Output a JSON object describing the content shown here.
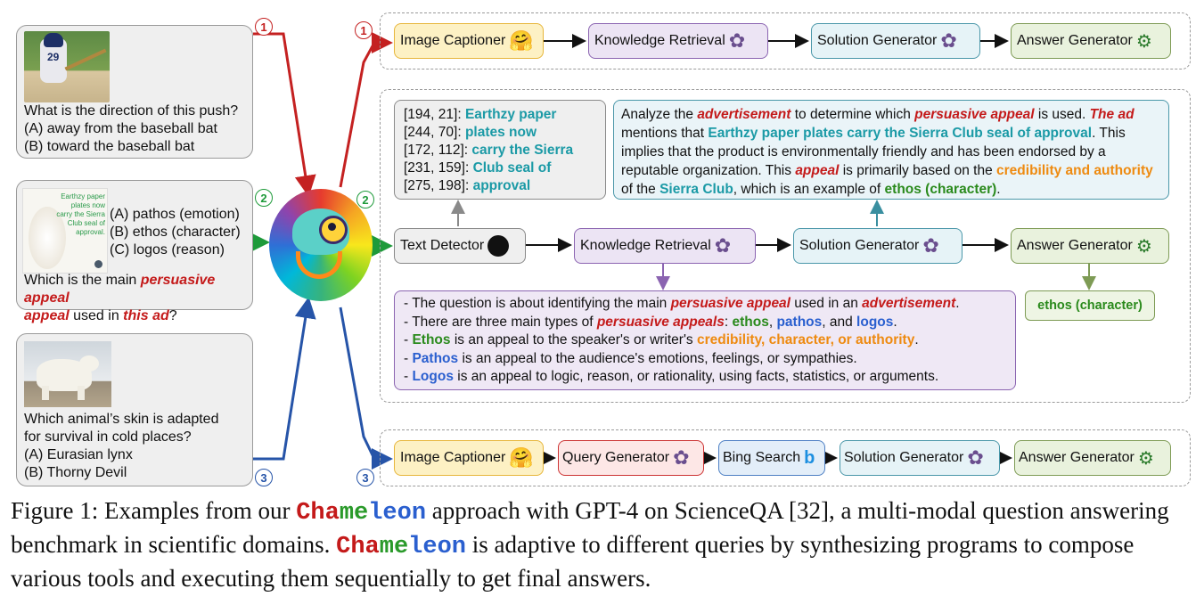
{
  "q1": {
    "question": "What is the direction of this push?",
    "options": [
      "(A) away from the baseball bat",
      "(B) toward the baseball bat"
    ]
  },
  "q2": {
    "ad_text": "Earthzy paper plates now carry the Sierra Club seal of approval.",
    "options": [
      "(A) pathos (emotion)",
      "(B) ethos (character)",
      "(C) logos (reason)"
    ],
    "question_pre": "Which is the main ",
    "question_em1": "persuasive appeal",
    "question_mid": " used in ",
    "question_em2": "this ad",
    "question_post": "?"
  },
  "q3": {
    "question_l1": "Which animal’s skin is adapted",
    "question_l2": "for survival in cold places?",
    "options": [
      "(A) Eurasian lynx",
      "(B) Thorny Devil"
    ]
  },
  "markers": {
    "one": "1",
    "two": "2",
    "three": "3"
  },
  "pipeline1": [
    "Image Captioner",
    "Knowledge Retrieval",
    "Solution Generator",
    "Answer Generator"
  ],
  "pipeline2": [
    "Text Detector",
    "Knowledge Retrieval",
    "Solution Generator",
    "Answer Generator"
  ],
  "pipeline3": [
    "Image Captioner",
    "Query Generator",
    "Bing Search",
    "Solution Generator",
    "Answer Generator"
  ],
  "ocr": [
    {
      "coord": "[194, 21]:",
      "text": "Earthzy paper"
    },
    {
      "coord": "[244, 70]:",
      "text": "plates now"
    },
    {
      "coord": "[172, 112]:",
      "text": "carry the Sierra"
    },
    {
      "coord": "[231, 159]:",
      "text": "Club seal of"
    },
    {
      "coord": "[275, 198]:",
      "text": "approval"
    }
  ],
  "solution": {
    "s1": "Analyze the ",
    "s2": "advertisement",
    "s3": " to determine which ",
    "s4": "persuasive appeal",
    "s5": " is used. ",
    "s6": "The ad",
    "s7": " mentions that ",
    "s8": "Earthzy paper plates carry the Sierra Club seal of approval",
    "s9": ". This implies that the product is environmentally friendly and has been endorsed by a reputable organization. This ",
    "s10": "appeal",
    "s11": " is primarily based on the ",
    "s12": "credibility and authority",
    "s13": " of the ",
    "s14": "Sierra Club",
    "s15": ", which is an example of ",
    "s16": "ethos (character)",
    "s17": "."
  },
  "knowledge": {
    "l1a": "- The question is about identifying the main ",
    "l1b": "persuasive appeal",
    "l1c": " used in an ",
    "l1d": "advertisement",
    "l1e": ".",
    "l2a": "- There are three main types of ",
    "l2b": "persuasive appeals",
    "l2c": ": ",
    "l2d": "ethos",
    "l2e": ", ",
    "l2f": "pathos",
    "l2g": ", and ",
    "l2h": "logos",
    "l2i": ".",
    "l3a": "- ",
    "l3b": "Ethos",
    "l3c": " is an appeal to the speaker's or writer's ",
    "l3d": "credibility, character, or authority",
    "l3e": ".",
    "l4a": "- ",
    "l4b": "Pathos",
    "l4c": " is an appeal to the audience's emotions, feelings, or sympathies.",
    "l5a": "- ",
    "l5b": "Logos",
    "l5c": " is an appeal to logic, reason, or rationality, using facts, statistics, or arguments."
  },
  "final_answer": "ethos (character)",
  "caption": {
    "c1": "Figure 1: Examples from our ",
    "name_a": "Cha",
    "name_b": "me",
    "name_c": "leon",
    "c2": " approach with GPT-4 on ScienceQA [32], a multi-modal question answering benchmark in scientific domains. ",
    "c3": " is adaptive to different queries by synthesizing programs to compose various tools and executing them sequentially to get final answers."
  },
  "icons": {
    "captioner": "hugging-face-icon",
    "openai": "openai-icon",
    "answer": "gear-check-icon",
    "github": "github-icon",
    "bing": "bing-icon"
  },
  "colors": {
    "red": "#c41a1a",
    "green": "#1e9a3a",
    "blue": "#2654a8",
    "teal": "#1b9aa6",
    "orange": "#ee8a10"
  }
}
